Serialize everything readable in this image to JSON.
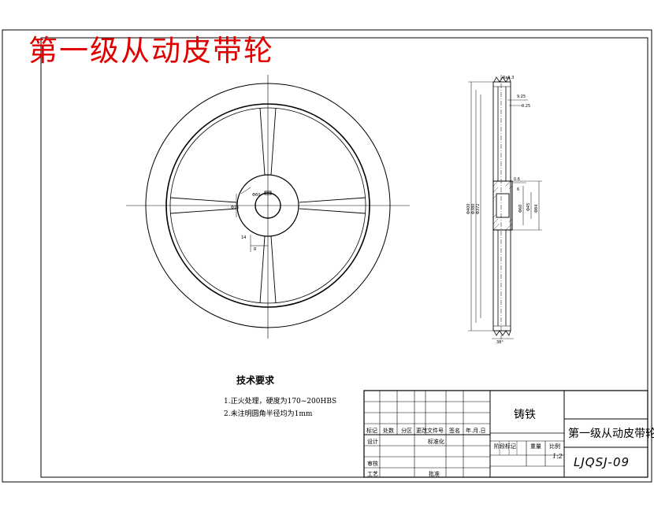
{
  "title": "第一级从动皮带轮",
  "tech_requirements": {
    "heading": "技术要求",
    "items": [
      "1.正火处理，硬度为170~200HBS",
      "2.未注明圆角半径均为1mm"
    ]
  },
  "title_block": {
    "material": "铸铁",
    "part_name": "第一级从动皮带轮",
    "drawing_no": "LJQSJ-09",
    "scale_value": "1:2",
    "headers": [
      "标记",
      "处数",
      "分区",
      "更改文件号",
      "签名",
      "年.月.日"
    ],
    "row_labels": [
      "设计",
      "审核",
      "工艺"
    ],
    "standardization": "标准化",
    "approval": "批准",
    "stage_mark": "阶段标记",
    "weight": "重量",
    "scale": "比例"
  },
  "dimension_labels": {
    "front_view": [
      "Φ60",
      "Φ16",
      "14",
      "R"
    ],
    "side_view": [
      "9.25",
      "0.25",
      "0.6",
      "6",
      "Φ400",
      "Φ380",
      "Φ372",
      "Φ60",
      "Φ45",
      "Φ84",
      "Ra6.3",
      "38°"
    ]
  }
}
